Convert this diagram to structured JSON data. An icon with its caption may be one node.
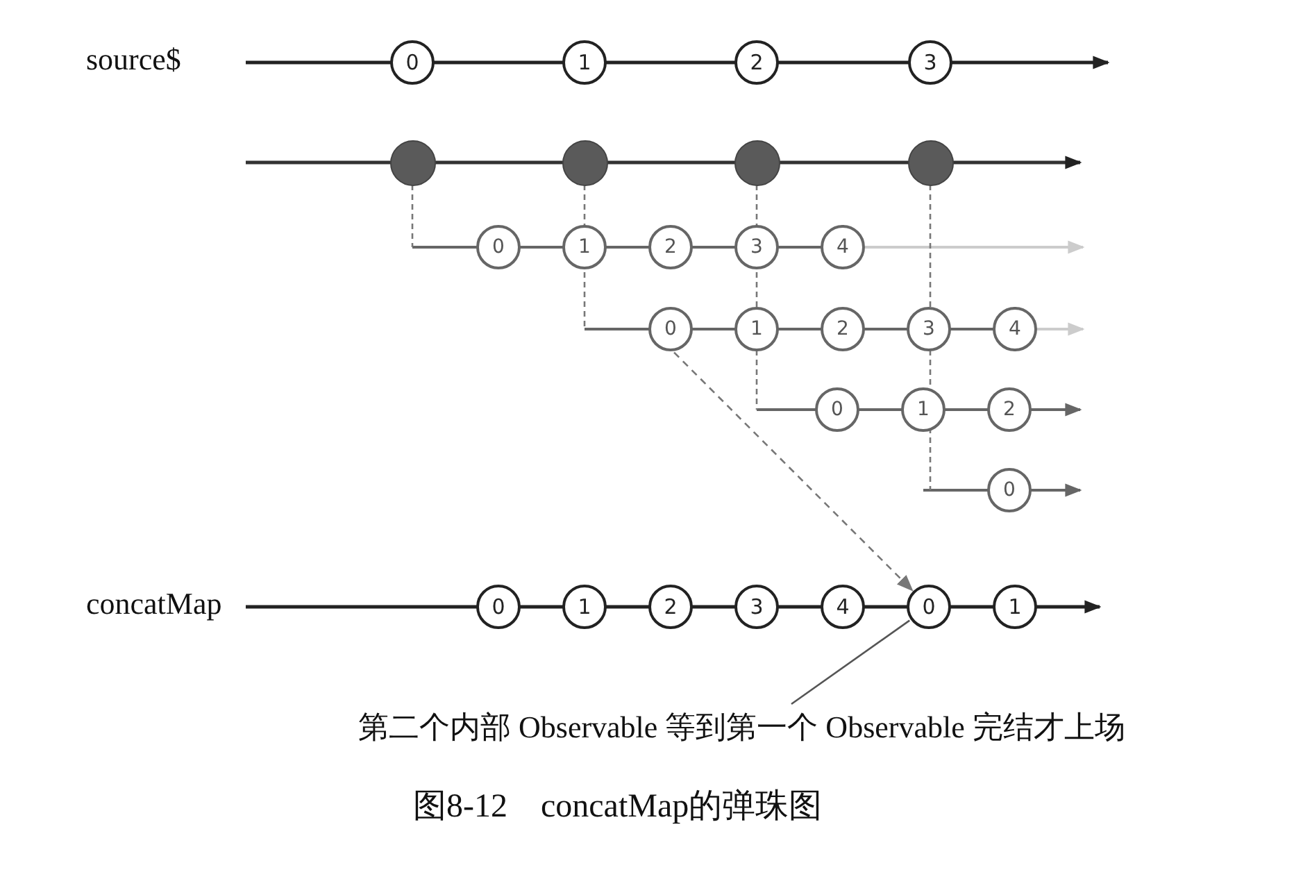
{
  "diagram": {
    "caption": "图8-12　concatMap的弹珠图",
    "nodes": [
      {
        "text": [
          "0"
        ]
      },
      {
        "text": [
          "1"
        ]
      },
      {
        "text": [
          "2"
        ]
      },
      {
        "text": [
          "3"
        ]
      },
      {
        "text": [],
        "shape": "circle"
      },
      {
        "text": [],
        "shape": "circle"
      },
      {
        "text": [],
        "shape": "circle"
      },
      {
        "text": [],
        "shape": "circle"
      },
      {
        "text": [
          "0"
        ]
      },
      {
        "text": [
          "1"
        ]
      },
      {
        "text": [
          "2"
        ]
      },
      {
        "text": [
          "3"
        ]
      },
      {
        "text": [
          "4"
        ]
      },
      {
        "text": [
          "0"
        ]
      },
      {
        "text": [
          "1"
        ]
      },
      {
        "text": [
          "2"
        ]
      },
      {
        "text": [
          "3"
        ]
      },
      {
        "text": [
          "4"
        ]
      },
      {
        "text": [
          "0"
        ]
      },
      {
        "text": [
          "1"
        ]
      },
      {
        "text": [
          "2"
        ]
      },
      {
        "text": [
          "0"
        ]
      },
      {
        "text": [
          "0"
        ]
      },
      {
        "text": [
          "1"
        ]
      },
      {
        "text": [
          "2"
        ]
      },
      {
        "text": [
          "3"
        ]
      },
      {
        "text": [
          "4"
        ]
      },
      {
        "text": [
          "0"
        ]
      },
      {
        "text": [
          "1"
        ]
      },
      {
        "text": [
          "第二个内部 Observable 等到第一个 Observable 完结才上场"
        ]
      }
    ],
    "edges": [
      {
        "from": 13,
        "to": 27,
        "arrow": "to",
        "style": "dashed"
      },
      {
        "from": 29,
        "to": 27,
        "arrow": "none"
      }
    ],
    "labels": [
      "source$",
      "concatMap"
    ]
  }
}
